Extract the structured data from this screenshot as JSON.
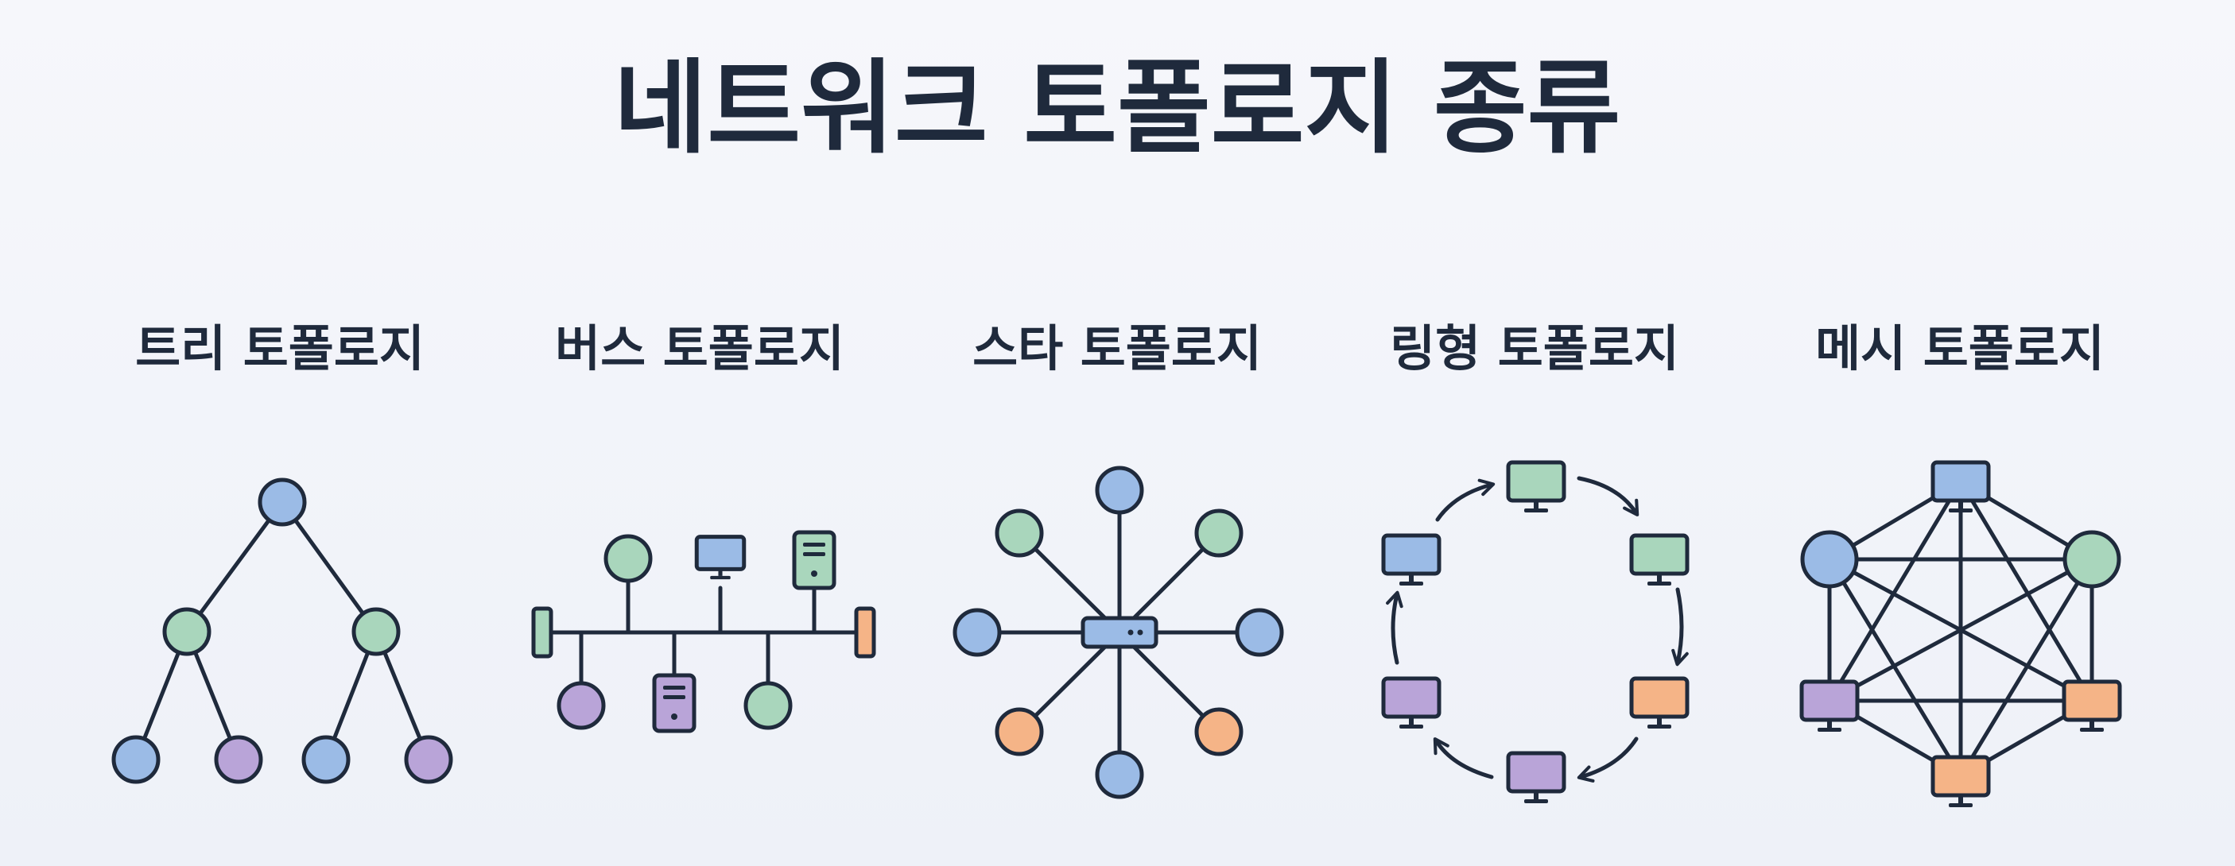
{
  "title": "네트워크 토폴로지 종류",
  "colors": {
    "blue": "#9bbbe6",
    "green": "#a9d6bc",
    "purple": "#b9a4d8",
    "orange": "#f5b487",
    "ink": "#1f2a3c",
    "background": "#f3f5fa"
  },
  "topologies": [
    {
      "id": "tree",
      "label": "트리 토폴로지"
    },
    {
      "id": "bus",
      "label": "버스 토폴로지"
    },
    {
      "id": "star",
      "label": "스타 토폴로지"
    },
    {
      "id": "ring",
      "label": "링형 토폴로지"
    },
    {
      "id": "mesh",
      "label": "메시 토폴로지"
    }
  ],
  "icons": [
    "monitor-icon",
    "server-icon",
    "switch-icon",
    "terminator-icon",
    "arrow-icon"
  ]
}
